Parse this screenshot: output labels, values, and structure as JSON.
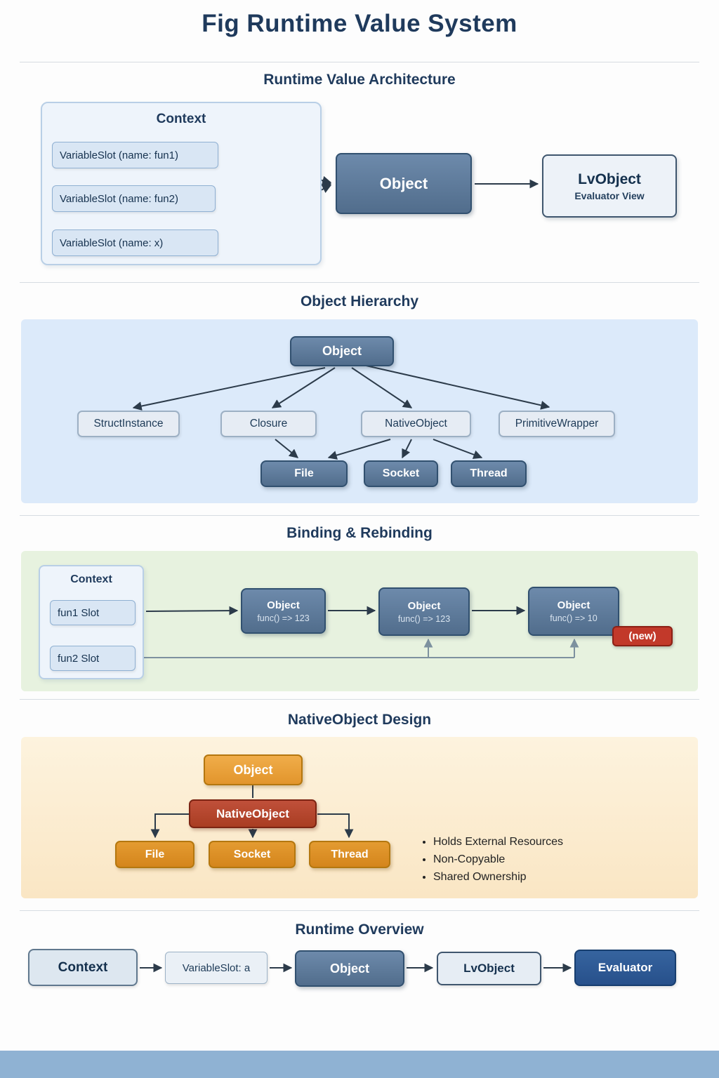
{
  "title": "Fig Runtime Value System",
  "colors": {
    "navy": "#1f3a5c",
    "steel": "#5d7a9c",
    "steel-border": "#31506f",
    "panel-blue": "#dceafa",
    "panel-green": "#e7f2df",
    "orange": "#e9a23d",
    "orange-deep": "#d98d26",
    "red-native": "#b5452c",
    "red-badge": "#c2392a",
    "evaluator-blue": "#2c5a9b"
  },
  "architecture": {
    "header": "Runtime Value Architecture",
    "context_label": "Context",
    "slots": [
      "VariableSlot (name: fun1)",
      "VariableSlot (name: fun2)",
      "VariableSlot (name: x)"
    ],
    "object": "Object",
    "lvobject": "LvObject",
    "lvobject_sub": "Evaluator View"
  },
  "hierarchy": {
    "header": "Object Hierarchy",
    "root": "Object",
    "children": [
      "StructInstance",
      "Closure",
      "NativeObject",
      "PrimitiveWrapper"
    ],
    "natives": [
      "File",
      "Socket",
      "Thread"
    ]
  },
  "binding": {
    "header": "Binding & Rebinding",
    "context_label": "Context",
    "slot1": "fun1 Slot",
    "slot2": "fun2 Slot",
    "objects": [
      {
        "title": "Object",
        "value": "func() => 123"
      },
      {
        "title": "Object",
        "value": "func() => 123"
      },
      {
        "title": "Object",
        "value": "func() => 10"
      }
    ],
    "badge": "(new)"
  },
  "native_design": {
    "header": "NativeObject Design",
    "root": "Object",
    "native": "NativeObject",
    "children": [
      "File",
      "Socket",
      "Thread"
    ],
    "bullets": [
      "Holds External Resources",
      "Non-Copyable",
      "Shared Ownership"
    ]
  },
  "overview": {
    "header": "Runtime Overview",
    "nodes": [
      "Context",
      "VariableSlot: a",
      "Object",
      "LvObject",
      "Evaluator"
    ]
  }
}
